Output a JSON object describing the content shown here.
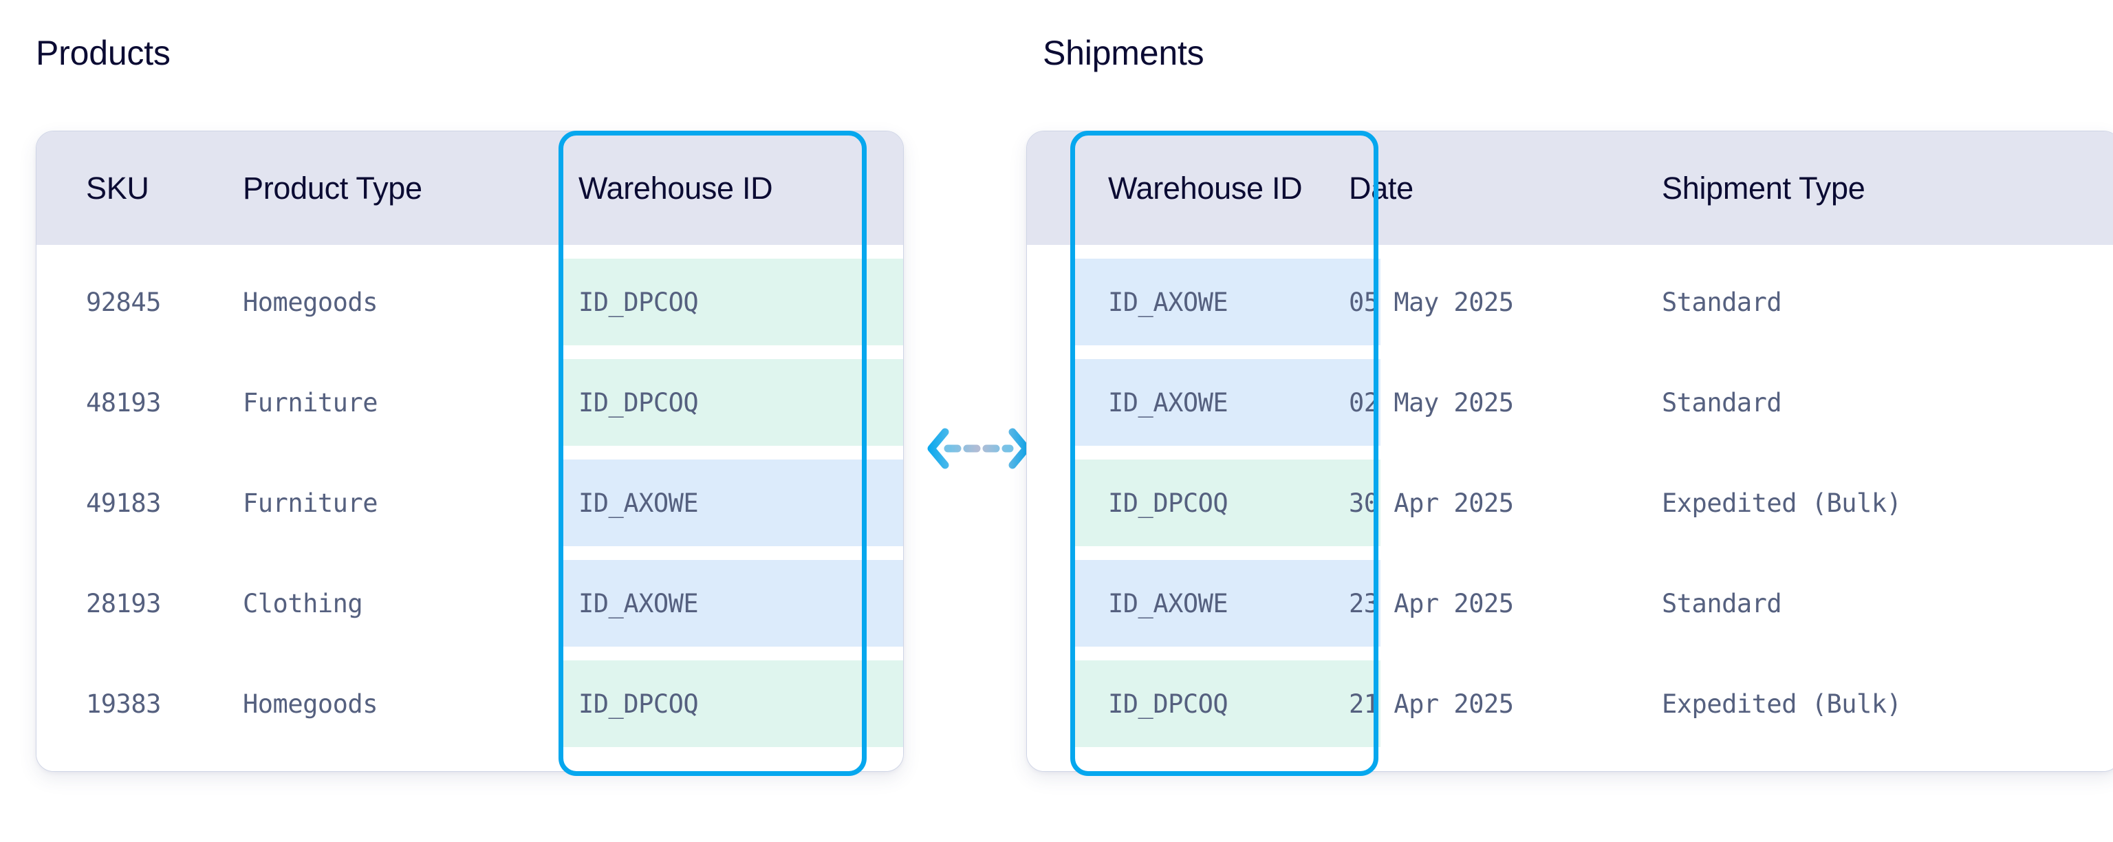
{
  "theme": {
    "background": "#FFFFFF",
    "title_color": "#0B0B33",
    "header_bg": "#E2E4F0",
    "cell_text": "#55607F",
    "card_border": "#CFD5E6",
    "highlight_outline": "#06A7EE",
    "match_green": "#DFF5EE",
    "match_blue": "#DCEBFB"
  },
  "relation": {
    "icon": "bidirectional-dashed-arrow-icon",
    "join_key": "Warehouse ID"
  },
  "products": {
    "title": "Products",
    "key_column_index": 2,
    "columns": [
      "SKU",
      "Product Type",
      "Warehouse ID"
    ],
    "rows": [
      {
        "sku": "92845",
        "product_type": "Homegoods",
        "warehouse_id": "ID_DPCOQ",
        "match": "green"
      },
      {
        "sku": "48193",
        "product_type": "Furniture",
        "warehouse_id": "ID_DPCOQ",
        "match": "green"
      },
      {
        "sku": "49183",
        "product_type": "Furniture",
        "warehouse_id": "ID_AXOWE",
        "match": "blue"
      },
      {
        "sku": "28193",
        "product_type": "Clothing",
        "warehouse_id": "ID_AXOWE",
        "match": "blue"
      },
      {
        "sku": "19383",
        "product_type": "Homegoods",
        "warehouse_id": "ID_DPCOQ",
        "match": "green"
      }
    ]
  },
  "shipments": {
    "title": "Shipments",
    "key_column_index": 0,
    "columns": [
      "Warehouse ID",
      "Date",
      "Shipment Type"
    ],
    "rows": [
      {
        "warehouse_id": "ID_AXOWE",
        "date": "05 May 2025",
        "shipment_type": "Standard",
        "match": "blue"
      },
      {
        "warehouse_id": "ID_AXOWE",
        "date": "02 May 2025",
        "shipment_type": "Standard",
        "match": "blue"
      },
      {
        "warehouse_id": "ID_DPCOQ",
        "date": "30 Apr 2025",
        "shipment_type": "Expedited (Bulk)",
        "match": "green"
      },
      {
        "warehouse_id": "ID_AXOWE",
        "date": "23 Apr 2025",
        "shipment_type": "Standard",
        "match": "blue"
      },
      {
        "warehouse_id": "ID_DPCOQ",
        "date": "21 Apr 2025",
        "shipment_type": "Expedited (Bulk)",
        "match": "green"
      }
    ]
  }
}
